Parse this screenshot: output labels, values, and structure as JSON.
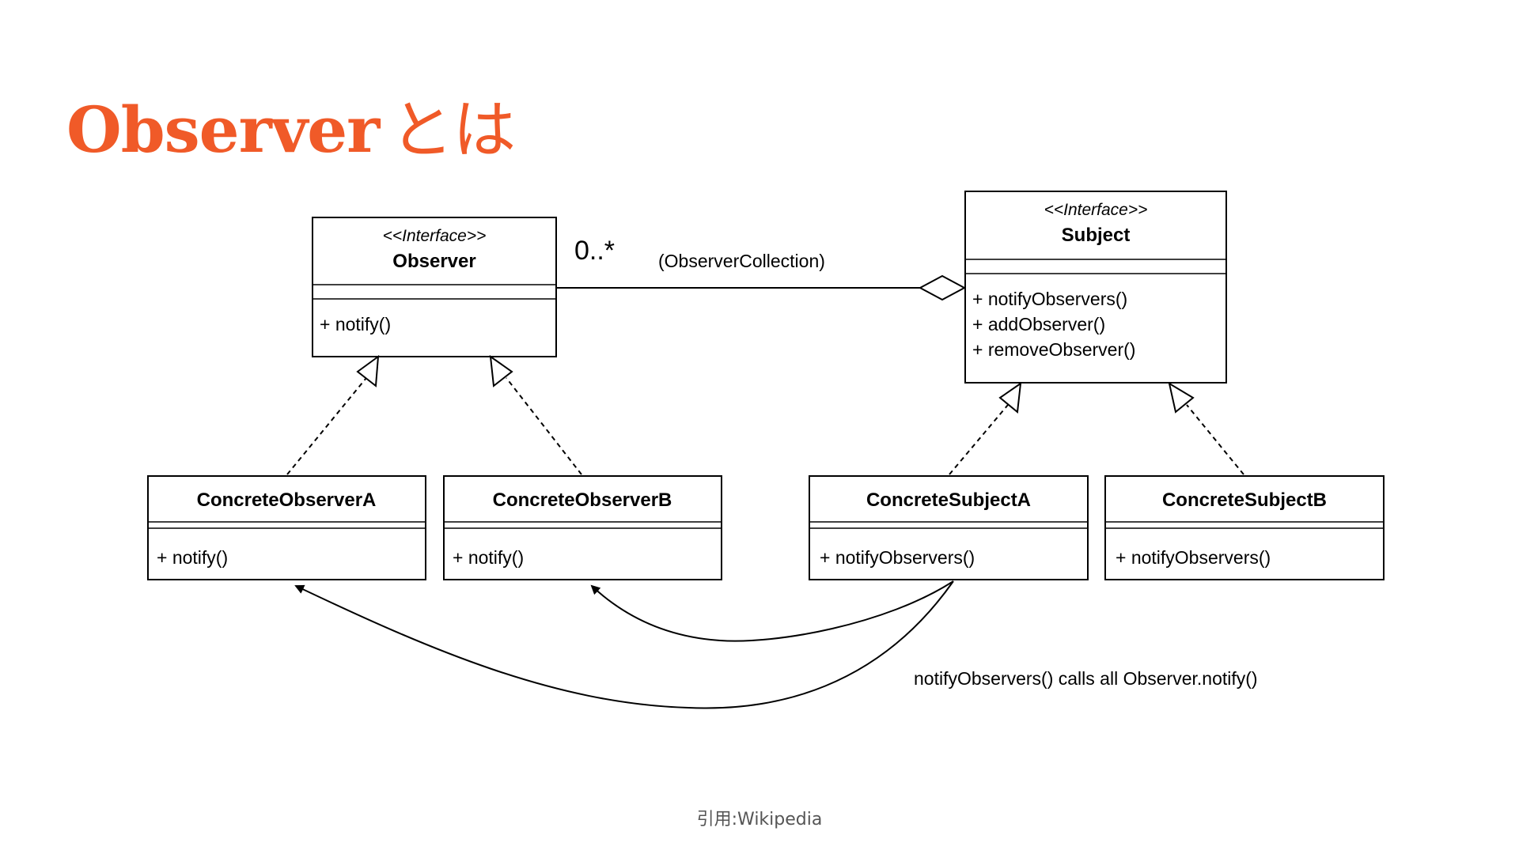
{
  "slide": {
    "title_main": "Observer",
    "title_suffix": "とは",
    "title_color": "#f05a28",
    "caption": "引用:Wikipedia"
  },
  "diagram": {
    "observer": {
      "stereotype": "<<Interface>>",
      "name": "Observer",
      "ops": [
        "+ notify()"
      ]
    },
    "subject": {
      "stereotype": "<<Interface>>",
      "name": "Subject",
      "ops": [
        "+ notifyObservers()",
        "+ addObserver()",
        "+ removeObserver()"
      ]
    },
    "concrete_observer_a": {
      "name": "ConcreteObserverA",
      "ops": [
        "+ notify()"
      ]
    },
    "concrete_observer_b": {
      "name": "ConcreteObserverB",
      "ops": [
        "+ notify()"
      ]
    },
    "concrete_subject_a": {
      "name": "ConcreteSubjectA",
      "ops": [
        "+ notifyObservers()"
      ]
    },
    "concrete_subject_b": {
      "name": "ConcreteSubjectB",
      "ops": [
        "+ notifyObservers()"
      ]
    },
    "association": {
      "multiplicity": "0..*",
      "role": "(ObserverCollection)"
    },
    "note": "notifyObservers() calls all Observer.notify()"
  }
}
